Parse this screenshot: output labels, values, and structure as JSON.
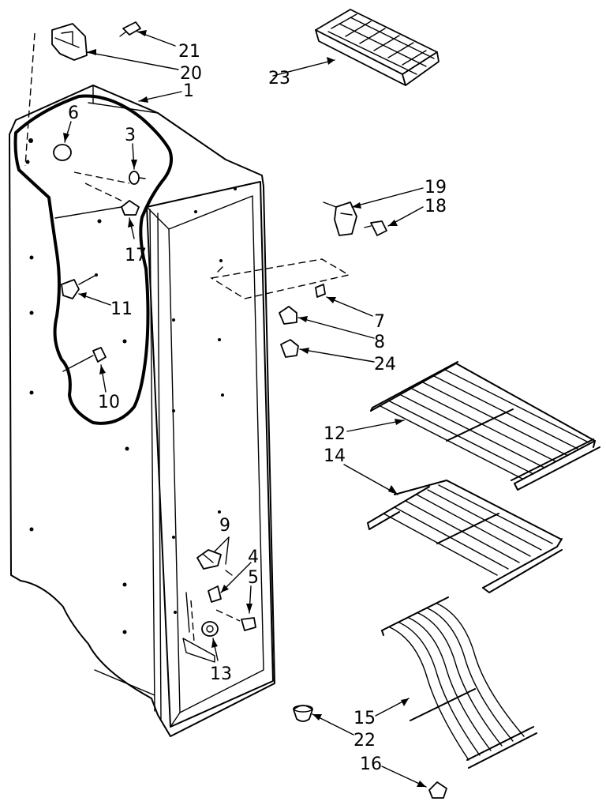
{
  "callouts": {
    "n1": "1",
    "n3": "3",
    "n4": "4",
    "n5": "5",
    "n6": "6",
    "n7": "7",
    "n8": "8",
    "n9": "9",
    "n10": "10",
    "n11": "11",
    "n12": "12",
    "n13": "13",
    "n14": "14",
    "n15": "15",
    "n16": "16",
    "n17": "17",
    "n18": "18",
    "n19": "19",
    "n20": "20",
    "n21": "21",
    "n22": "22",
    "n23": "23",
    "n24": "24"
  }
}
